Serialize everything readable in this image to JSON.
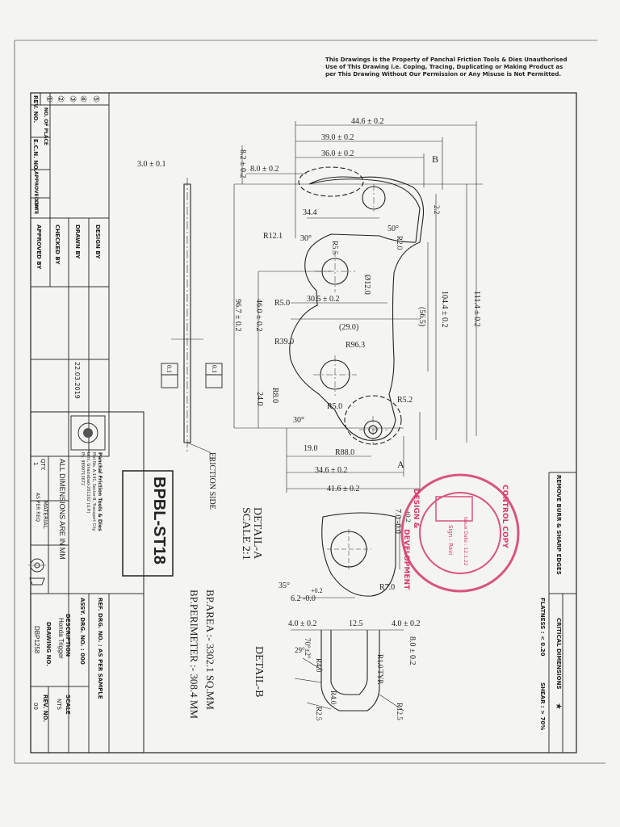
{
  "notice": "This Drawings is the Property of Panchal Friction Tools & Dies Unauthorised Use of This Drawing i.e. Coping, Tracing, Duplicating or Making Product as per This Drawing Without Our Permission or Any Misuse is Not Permitted.",
  "revision_table": {
    "rows": [
      "⑤",
      "④",
      "③",
      "②",
      "①"
    ],
    "headers": {
      "rev_no": "REV. NO.",
      "no_of_place": "NO. OF PLACE",
      "ecn_no": "E.C.N. NO.",
      "approved_by": "APPROVED BY",
      "date": "DATE"
    }
  },
  "signoff": {
    "design_by": "DESIGN BY",
    "drawn_by": "DRAWN BY",
    "checked_by": "CHECKED BY",
    "approved_by": "APPROVED BY",
    "drawn_date": "22.03.2019"
  },
  "company": {
    "name": "Panchal Friction Tools & Dies",
    "address_1": "Plot No. A-141, Sector-8, Transport City",
    "address_2": "Loni, Ghaziabad-201102 (U.P.)",
    "phone": "Ph. 9899713672"
  },
  "part_name": "BPBL-ST18",
  "all_dimensions_note": "ALL DIMENSIONS ARE IN MM",
  "qty_label": "QTY.",
  "qty_value": "1",
  "material_label": "MATERIAL",
  "material_value": "AS PER REQ",
  "ref_drg": "REF. DRG. NO. : AS PER SAMPLE",
  "assy_drg": "ASSY. DRG. NO. : 000",
  "description_label": "DESCRIPTION",
  "description_value": "Honda Trigger",
  "drawing_no_label": "DRAWING NO.",
  "drawing_no_value": "DBP1258",
  "scale_label": "SCALE",
  "scale_value": "NTS",
  "rev_no_label": "REV. NO.",
  "rev_no_value": "00",
  "remove_burr": "REMOVE BURR & SHARP EDGES",
  "critical_dims_label": "CRITICAL DIMENSIONS",
  "critical_star": "★",
  "flatness": "FLATNESS : < 0.20",
  "shear": "SHEAR : > 70%",
  "bp_area": "BP.AREA :- 3302.1 SQ.MM",
  "bp_perimeter": "BP.PERIMETER :- 308.4 MM",
  "detail_a": "DETAIL-A",
  "detail_a_scale": "SCALE 2:1",
  "detail_b": "DETAIL-B",
  "friction_side": "FRICTION SIDE",
  "flatness_callout": "0.1",
  "stamp": {
    "top": "CONTROL COPY",
    "left": "DESIGN &",
    "bottom": "DEVELOPMENT",
    "issue_date": "Issue Date : 12.1.22",
    "sign": "Sign : Ravi"
  },
  "dims": {
    "d44_6": "44.6 ± 0.2",
    "d39_0": "39.0 ± 0.2",
    "d36_0": "36.0 ± 0.2",
    "d8_0": "8.0 ± 0.2",
    "d8_2": "8.2 ± 0.2",
    "d3_0": "3.0 ± 0.1",
    "b": "B",
    "a": "A",
    "d2_2": "2.2",
    "d34_4": "34.4",
    "r12_1": "R12.1",
    "a30": "30°",
    "a50": "50°",
    "r5_5": "R5.5",
    "r2_0": "R2.0",
    "phi12": "Ø12.0",
    "r5_0a": "R5.0",
    "d30_5": "30.5 ± 0.2",
    "d46_0": "46.0 ± 0.2",
    "d96_7": "96.7 ± 0.2",
    "d104_4": "104.4 ± 0.2",
    "d111_4": "111.4 ± 0.2",
    "d56_5": "(56.5)",
    "d29_0": "(29.0)",
    "r39_0": "R39.0",
    "r96_3": "R96.3",
    "r8_0": "R8.0",
    "d24_0": "24.0",
    "r5_0b": "R5.0",
    "r5_2": "R5.2",
    "a30b": "30°",
    "d19_0": "19.0",
    "r88_0": "R88.0",
    "d34_6": "34.6 ± 0.2",
    "d41_6": "41.6 ± 0.2",
    "da_7_0": "7.0 -0.0",
    "da_7_0_tol": "+0.2",
    "da_35": "35°",
    "da_r7": "R7.0",
    "da_6_2": "6.2 -0.0",
    "da_6_2_tol": "+0.2",
    "db_4_0a": "4.0 ± 0.2",
    "db_12_5": "12.5",
    "db_4_0b": "4.0 ± 0.2",
    "db_8_0": "8.0 ± 0.2",
    "db_70": "70°±2°",
    "db_r4a": "R4.0",
    "db_r1": "R1.0 TYP.",
    "db_29": "29°",
    "db_r4b": "R4.0",
    "db_r2_5": "R2.5",
    "db_r12_5": "R12.5"
  }
}
